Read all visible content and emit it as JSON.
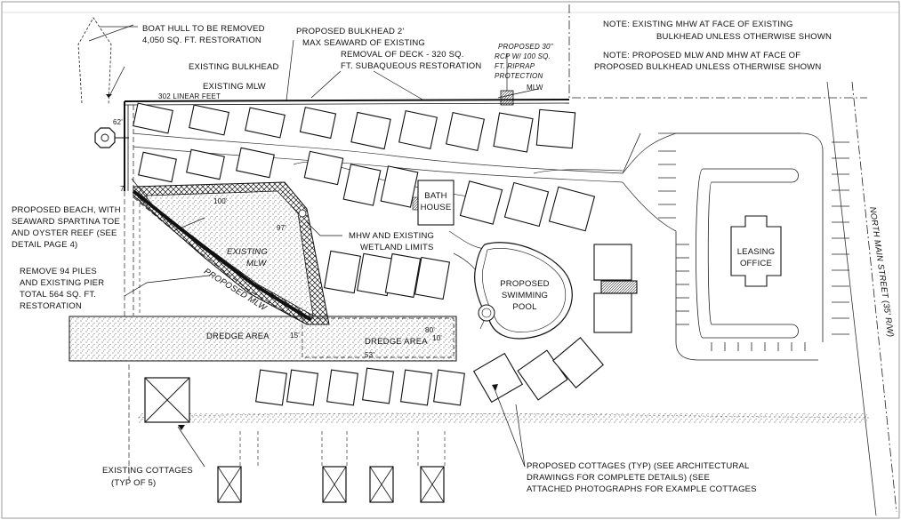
{
  "notes": {
    "note1": [
      "NOTE: EXISTING MHW AT FACE OF EXISTING",
      "BULKHEAD UNLESS OTHERWISE SHOWN"
    ],
    "note2": [
      "NOTE: PROPOSED MLW AND MHW AT FACE OF",
      "PROPOSED BULKHEAD UNLESS OTHERWISE SHOWN"
    ]
  },
  "callouts": {
    "boat_hull": [
      "BOAT HULL TO BE REMOVED",
      "4,050 SQ. FT. RESTORATION"
    ],
    "proposed_bulkhead": [
      "PROPOSED BULKHEAD 2'",
      "MAX SEAWARD OF EXISTING"
    ],
    "removal_deck": [
      "REMOVAL OF DECK - 320 SQ.",
      "FT. SUBAQUEOUS RESTORATION"
    ],
    "rcp": [
      "PROPOSED 30\"",
      "RCP W/ 100 SQ.",
      "FT. RIPRAP",
      "PROTECTION"
    ],
    "mlw_tag": "MLW",
    "existing_bulkhead": "EXISTING BULKHEAD",
    "existing_mlw_top": "EXISTING MLW",
    "linear_feet": "302 LINEAR FEET",
    "proposed_beach": [
      "PROPOSED BEACH, WITH",
      "SEAWARD SPARTINA TOE",
      "AND OYSTER REEF (SEE",
      "DETAIL PAGE 4)"
    ],
    "remove_piles": [
      "REMOVE 94 PILES",
      "AND EXISTING PIER",
      "TOTAL 564 SQ. FT.",
      "RESTORATION"
    ],
    "mhw_wetland": [
      "MHW AND EXISTING",
      "WETLAND LIMITS"
    ],
    "existing_mlw_mid": [
      "EXISTING",
      "MLW"
    ],
    "proposed_mlw": "PROPOSED MLW",
    "bath_house": [
      "BATH",
      "HOUSE"
    ],
    "pool": [
      "PROPOSED",
      "SWIMMING",
      "POOL"
    ],
    "leasing_office": [
      "LEASING",
      "OFFICE"
    ],
    "street": "NORTH MAIN STREET (35' R/W)",
    "dredge_area_1": "DREDGE AREA",
    "dredge_area_2": "DREDGE AREA",
    "existing_cottages": [
      "EXISTING COTTAGES",
      "(TYP OF 5)"
    ],
    "proposed_cottages": [
      "PROPOSED COTTAGES (TYP) (SEE ARCHITECTURAL",
      "DRAWINGS FOR COMPLETE DETAILS) (SEE",
      "ATTACHED PHOTOGRAPHS FOR EXAMPLE COTTAGES"
    ]
  },
  "dimensions": {
    "d62": "62'",
    "d7": "7'",
    "d100": "100'",
    "d97": "97'",
    "d15": "15'",
    "d80": "80'",
    "d10": "10'",
    "d53": "53'"
  }
}
